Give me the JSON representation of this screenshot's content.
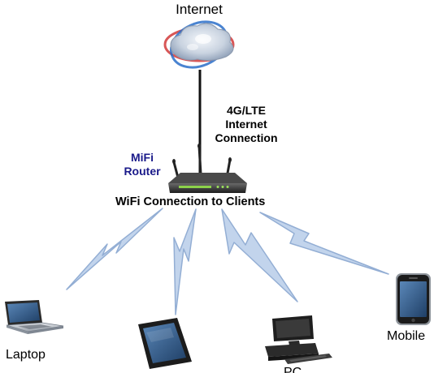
{
  "labels": {
    "internet": "Internet",
    "connection": [
      "4G/LTE",
      "Internet",
      "Connection"
    ],
    "router": [
      "MiFi",
      "Router"
    ],
    "wifi_clients": "WiFi Connection to Clients",
    "laptop": "Laptop",
    "pc": "PC",
    "mobile": "Mobile"
  },
  "icons": {
    "internet": "cloud-globe-icon",
    "router": "mifi-router-icon",
    "laptop": "laptop-icon",
    "tablet": "tablet-icon",
    "pc": "desktop-pc-icon",
    "mobile": "smartphone-icon",
    "wireless_link": "lightning-bolt-icon"
  },
  "colors": {
    "router_label": "#1a1a8a",
    "bolt_fill": "#c2d4ec",
    "bolt_stroke": "#93aed4",
    "cable": "#111111",
    "background": "#ffffff"
  }
}
